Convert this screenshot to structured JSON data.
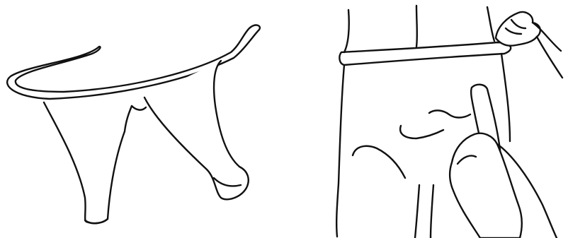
{
  "figure": {
    "panels": [
      {
        "id": "left",
        "depicts": "garment-laid-flat"
      },
      {
        "id": "right",
        "depicts": "garment-being-put-on"
      }
    ]
  },
  "colors": {
    "background": "#ffffff",
    "ink": "#111111"
  }
}
